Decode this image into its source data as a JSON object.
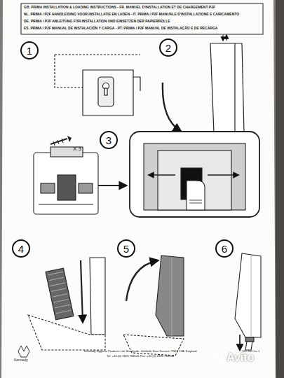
{
  "diagram": {
    "nodes": [
      {
        "text": [
          "1"
        ]
      },
      {
        "text": [
          "2"
        ]
      },
      {
        "text": [
          "3"
        ]
      },
      {
        "text": [
          "4"
        ]
      },
      {
        "text": [
          "5"
        ]
      },
      {
        "text": [
          "6"
        ]
      }
    ],
    "labels": [
      "GB. PRIMA INSTALLATION & LOADING INSTRUCTIONS - FR. MANUEL D'INSTALLATION ET DE CHARGEMENT P2F",
      "NL. PRIMA / P2F HANDLEIDING VOOR INSTALLATIE EN LADEN - IT. PRIMA / P2F MANUALE D'INSTALLAZIONE E CARICAMENTO",
      "DE. PRIMA / P2F ANLEITUNG FÜR INSTALLATION UND EINSETZEN DER PAPIERROLLE",
      "ES. PRIMA / P2F MANUAL DE INSTALACIÓN Y CARGA - PT. PRIMA / P2F MANUAL DE INSTALAÇÃO E DE RECARGA",
      "X 3",
      "Kennedy",
      "Kennedy Hygiene Products Ltd, Brookside, Uckfield, East Sussex, TN22 1YA, England",
      "Tel: +44 (0) 1825 768141 Fax: +44 (0) 1825 768143",
      "161-101 Iss 1",
      "Avito"
    ]
  }
}
